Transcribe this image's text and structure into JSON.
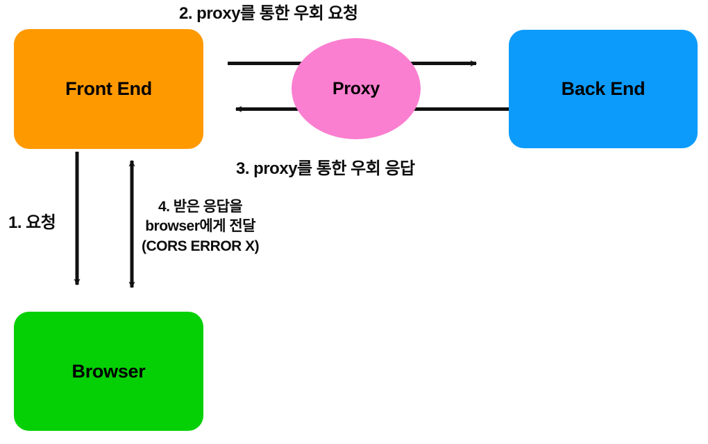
{
  "diagram": {
    "title": "CORS proxy flow diagram",
    "background": "#ffffff",
    "nodes": [
      {
        "id": "frontend",
        "label": "Front End",
        "color": "#FF9900",
        "shape": "rounded-rect"
      },
      {
        "id": "proxy",
        "label": "Proxy",
        "color": "#FB7FD0",
        "shape": "circle"
      },
      {
        "id": "backend",
        "label": "Back End",
        "color": "#0C9BFB",
        "shape": "rounded-rect"
      },
      {
        "id": "browser",
        "label": "Browser",
        "color": "#05D005",
        "shape": "rounded-rect"
      }
    ],
    "labels": {
      "step1": "1. 요청",
      "step2": "2. proxy를 통한 우회 요청",
      "step3": "3. proxy를 통한 우회 응답",
      "step4_line1": "4. 받은 응답을",
      "step4_line2": "browser에게 전달",
      "step4_line3": "(CORS ERROR X)"
    },
    "arrows": [
      {
        "id": "frontend-to-backend",
        "from": "frontend",
        "to": "backend",
        "direction": "right",
        "heads": 1,
        "label": "step2"
      },
      {
        "id": "backend-to-frontend",
        "from": "backend",
        "to": "frontend",
        "direction": "left",
        "heads": 1,
        "label": "step3"
      },
      {
        "id": "frontend-to-browser",
        "from": "frontend",
        "to": "browser",
        "direction": "down",
        "heads": 1,
        "label": "step1"
      },
      {
        "id": "browser-frontend-bidirectional",
        "from": "browser",
        "to": "frontend",
        "direction": "both",
        "heads": 2,
        "label": "step4"
      }
    ],
    "stroke_color": "#1a1a1a"
  }
}
